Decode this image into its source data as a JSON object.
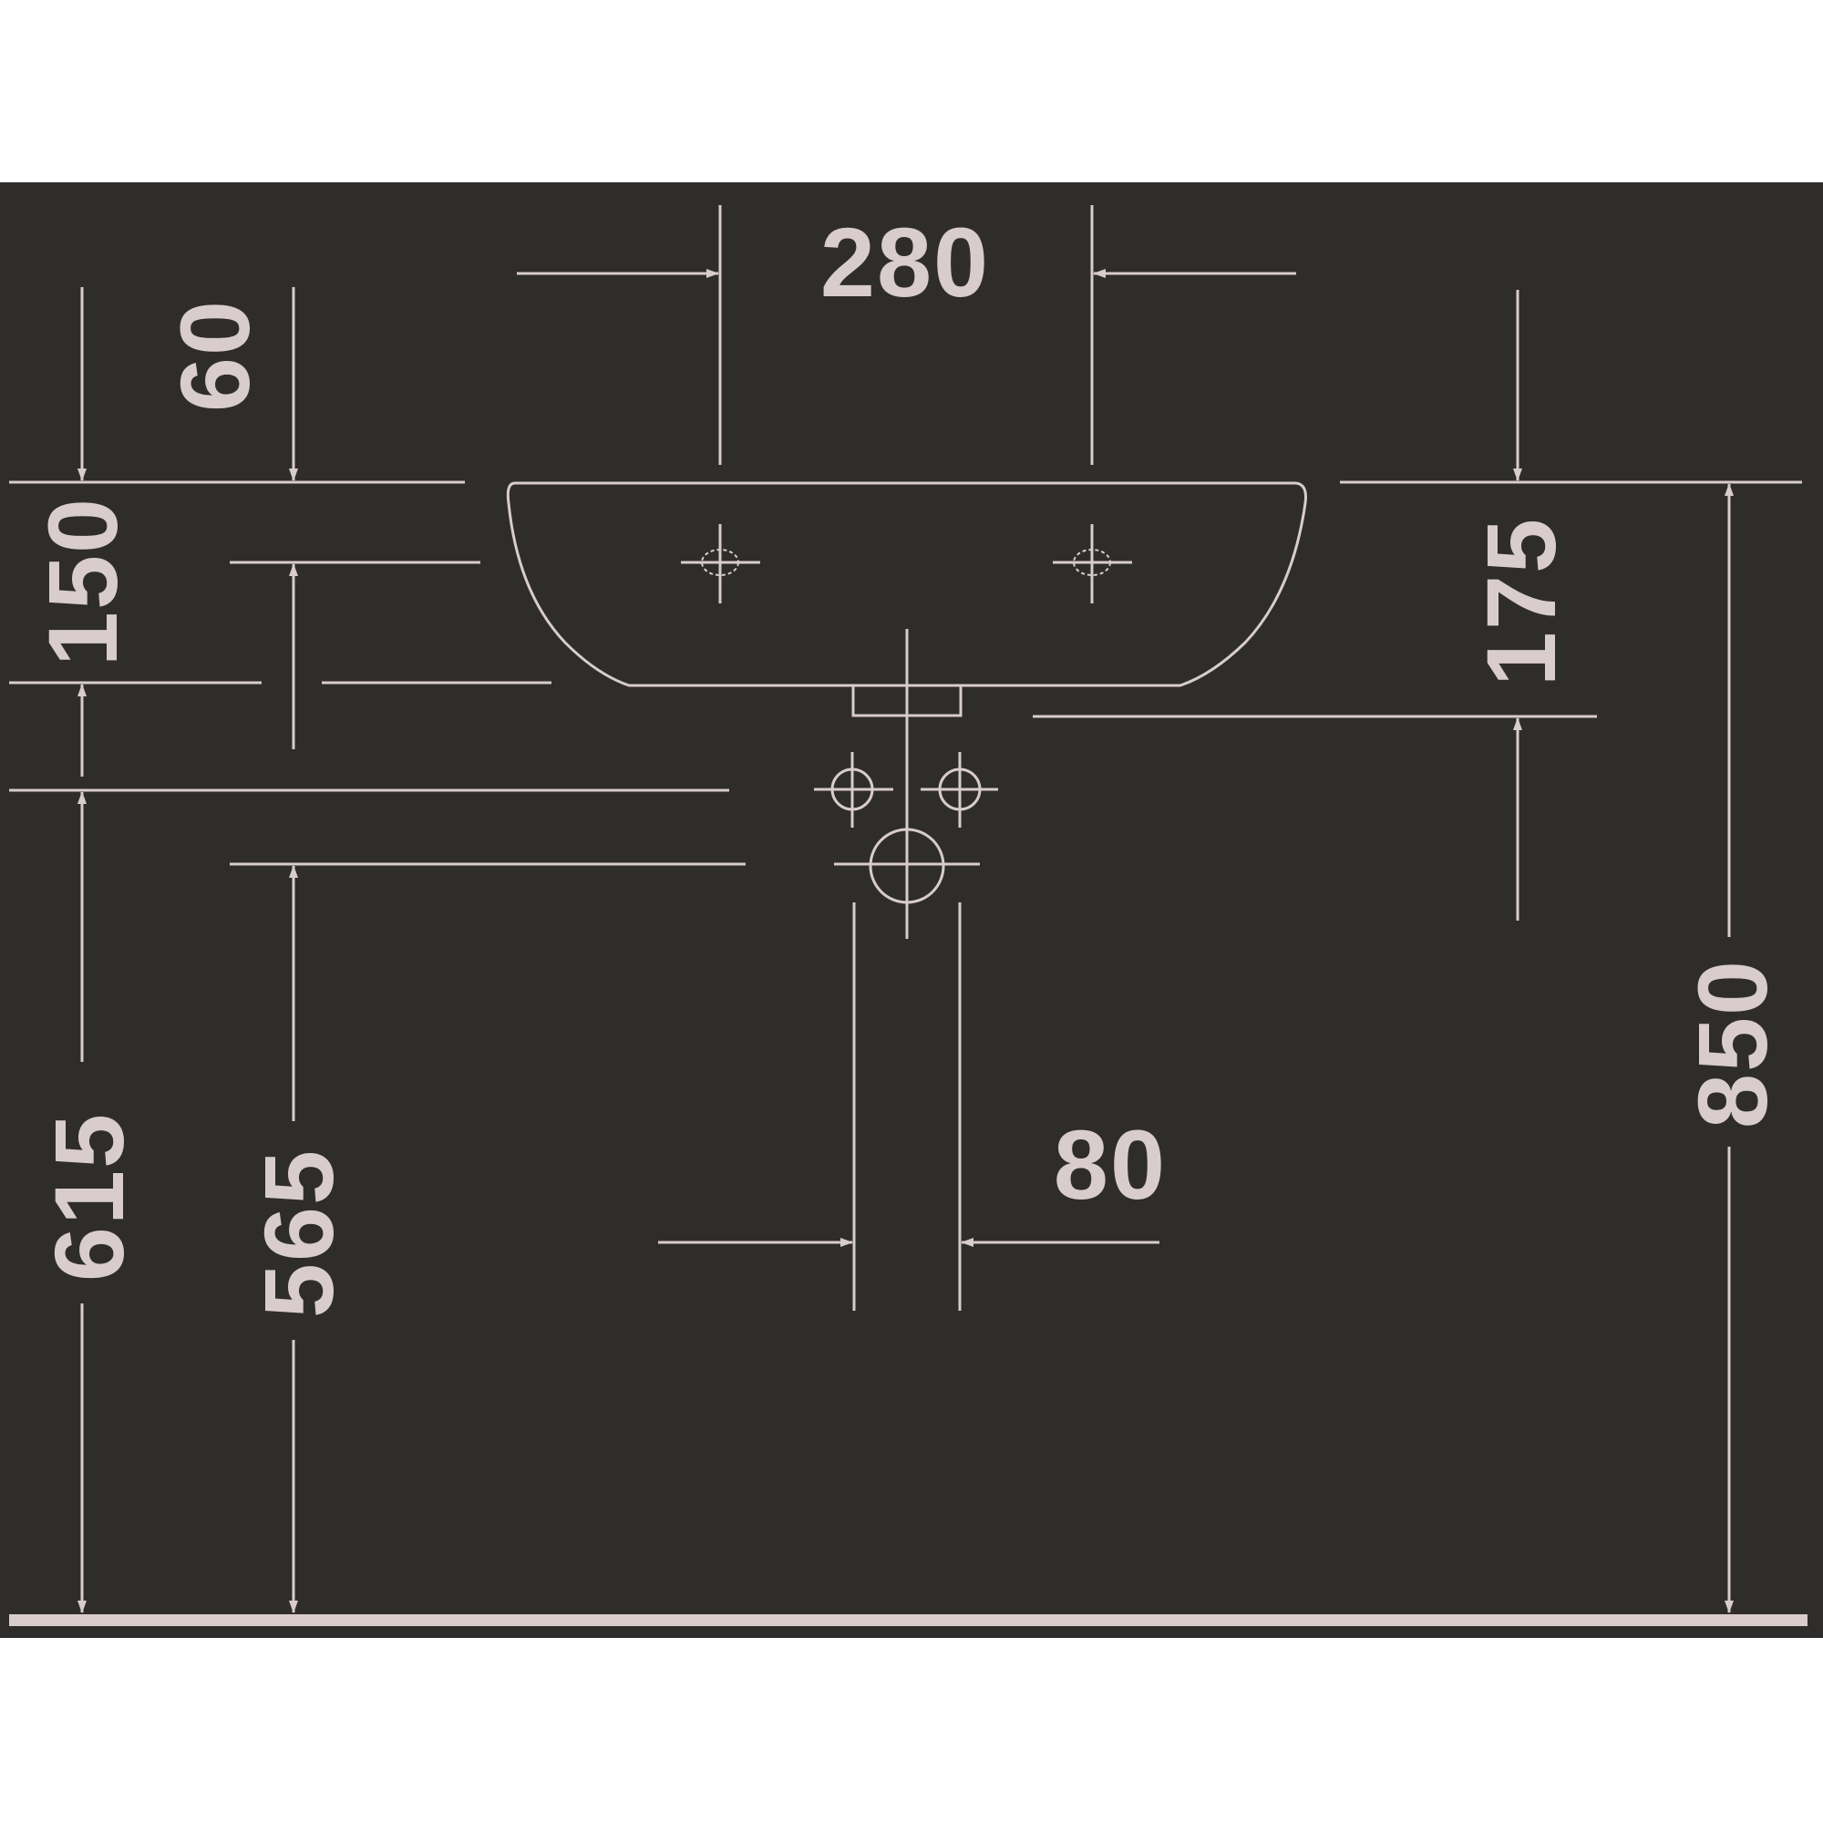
{
  "colors": {
    "background": "#2f2d2c",
    "line": "#d8cccd",
    "page": "#ffffff"
  },
  "dimensions": {
    "tap_hole_spacing": "280",
    "top_to_tap_hole": "60",
    "tap_hole_to_bowl_bottom": "150",
    "waste_outlet_height": "175",
    "rim_height_from_floor": "850",
    "supply_height_from_floor": "615",
    "waste_height_from_floor": "565",
    "pipe_width": "80"
  }
}
